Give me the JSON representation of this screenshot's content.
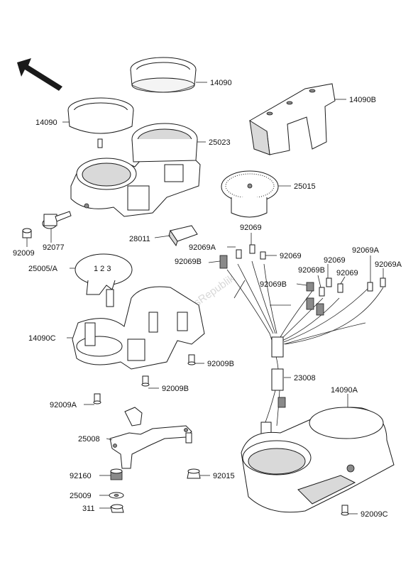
{
  "watermark": "PartsRepublik",
  "labels": {
    "l14090_top": "14090",
    "l14090_left": "14090",
    "l14090b": "14090B",
    "l25023": "25023",
    "l25015": "25015",
    "l92009": "92009",
    "l92077": "92077",
    "l28011": "28011",
    "l92069_top": "92069",
    "l92069a_1": "92069A",
    "l92069_r": "92069",
    "l92069b_1": "92069B",
    "l25005a": "25005/A",
    "l92069_m1": "92069",
    "l92069a_2": "92069A",
    "l92069b_2": "92069B",
    "l92069_m2": "92069",
    "l92069a_3": "92069A",
    "l92069b_3": "92069B",
    "l14090c": "14090C",
    "l92009b_1": "92009B",
    "l23008": "23008",
    "l92009b_2": "92009B",
    "l14090a": "14090A",
    "l92009a": "92009A",
    "l25008": "25008",
    "l92160": "92160",
    "l92015": "92015",
    "l25009": "25009",
    "l311": "311",
    "l92009c": "92009C"
  }
}
